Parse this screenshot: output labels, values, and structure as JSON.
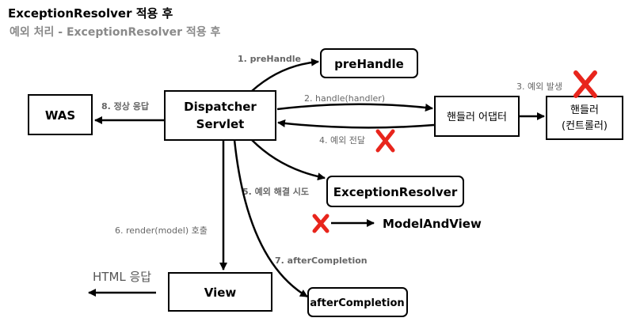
{
  "header": {
    "title": "ExceptionResolver 적용 후",
    "subtitle": "예외 처리 - ExceptionResolver 적용 후"
  },
  "nodes": {
    "was": "WAS",
    "dispatcher_line1": "Dispatcher",
    "dispatcher_line2": "Servlet",
    "prehandle": "preHandle",
    "adapter": "핸들러 어댑터",
    "handler_line1": "핸들러",
    "handler_line2": "(컨트롤러)",
    "exception_resolver": "ExceptionResolver",
    "model_and_view": "ModelAndView",
    "view": "View",
    "after_completion": "afterCompletion",
    "html_response": "HTML 응답"
  },
  "edges": {
    "e1": "1. preHandle",
    "e2": "2. handle(handler)",
    "e3": "3. 예외 발생",
    "e4": "4. 예외 전달",
    "e5": "5. 예외 해결 시도",
    "e6": "6. render(model) 호출",
    "e7": "7. afterCompletion",
    "e8": "8. 정상 응답"
  },
  "colors": {
    "x_mark": "#e8251c",
    "edge_label": "#666666"
  }
}
